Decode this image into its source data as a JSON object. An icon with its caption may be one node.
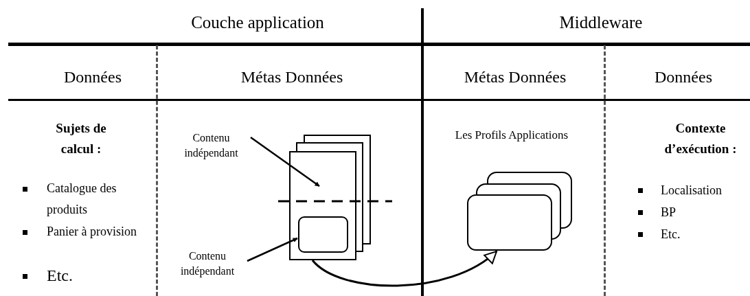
{
  "diagram": {
    "nodes": [
      {
        "text": [
          "Contenu indépendant"
        ]
      },
      {
        "text": [
          "Contenu indépendant"
        ]
      },
      {
        "text": [],
        "shape": "box"
      },
      {
        "text": [],
        "shape": "box",
        "in": 2
      },
      {
        "text": [],
        "shape": "box"
      }
    ],
    "edges": [
      {
        "from": 0,
        "to": 2,
        "arrow": "to"
      },
      {
        "from": 1,
        "to": 3,
        "arrow": "to"
      },
      {
        "from": 2,
        "to": 4,
        "arrow": "to"
      }
    ],
    "labels": [
      "Couche application",
      "Middleware",
      "Données",
      "Métas Données",
      "Métas Données",
      "Données",
      "Sujets de calcul :",
      "Catalogue des produits",
      "Panier à provision",
      "Etc.",
      "Les Profils Applications",
      "Contexte d’exécution :",
      "Localisation",
      "BP",
      "Etc."
    ]
  }
}
